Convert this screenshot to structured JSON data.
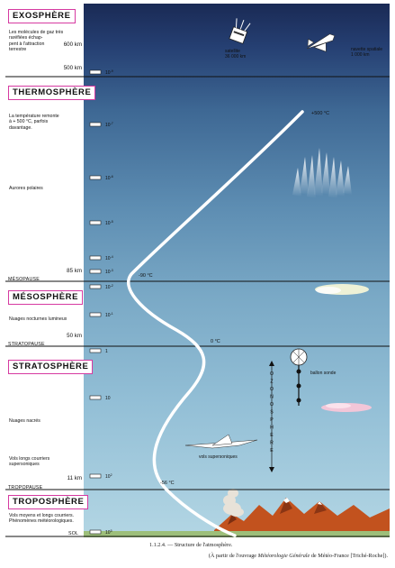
{
  "layers": {
    "exosphere": {
      "title": "EXOSPHÈRE",
      "note": [
        "Les molécules de gaz très",
        "raréfiées échap-",
        "pent à l'attraction",
        "terrestre"
      ]
    },
    "thermosphere": {
      "title": "THERMOSPHÈRE",
      "note": [
        "La température remonte",
        "à + 500 °C, parfois",
        "davantage."
      ],
      "aurora": "Aurores polaires"
    },
    "mesosphere": {
      "title": "MÉSOSPHÈRE",
      "note": "Nuages nocturnes lumineux"
    },
    "stratosphere": {
      "title": "STRATOSPHÈRE",
      "note_nacre": "Nuages nacrés",
      "note_jets": [
        "Vols longs courriers",
        "supersoniques"
      ]
    },
    "troposphere": {
      "title": "TROPOSPHÈRE",
      "note": [
        "Vols moyens et longs courriers.",
        "Phénomènes météorologiques."
      ]
    }
  },
  "boundaries": {
    "mesopause": "MÉSOPAUSE",
    "stratopause": "STRATOPAUSE",
    "tropopause": "TROPOPAUSE",
    "ground": "SOL"
  },
  "altitudes": [
    "600 km",
    "500 km",
    "85 km",
    "50 km",
    "11 km"
  ],
  "pressures": [
    {
      "base": "10",
      "exp": "-9"
    },
    {
      "base": "10",
      "exp": "-7"
    },
    {
      "base": "10",
      "exp": "-6"
    },
    {
      "base": "10",
      "exp": "-5"
    },
    {
      "base": "10",
      "exp": "-4"
    },
    {
      "base": "10",
      "exp": "-3"
    },
    {
      "base": "10",
      "exp": "-2"
    },
    {
      "base": "10",
      "exp": "-1"
    },
    {
      "base": "1",
      "exp": ""
    },
    {
      "base": "10",
      "exp": ""
    },
    {
      "base": "10",
      "exp": "2"
    },
    {
      "base": "10",
      "exp": "5"
    }
  ],
  "temperatures": [
    "+500 °C",
    "-90 °C",
    "0 °C",
    "-56 °C"
  ],
  "objects": {
    "satellite": [
      "satellite",
      "36 000 km"
    ],
    "shuttle": [
      "navette spatiale",
      "1 000 km"
    ],
    "balloon": "ballon sonde",
    "ozonosphere": "OZONOSPHÈRE",
    "jet": "vols supersoniques"
  },
  "caption": {
    "line1": "1.1.2.4. — Structure de l'atmosphère.",
    "line2_pre": "(À partir de l'ouvrage ",
    "line2_italic": "Météorologie Générale",
    "line2_post": " de Météo-France [Triché-Roche])."
  },
  "colors": {
    "layer_border": "#d63aa1",
    "sky_top": "#1a2a55",
    "sky_bottom": "#a9cfe0",
    "curve": "#ffffff",
    "boundary_line": "#111111"
  }
}
